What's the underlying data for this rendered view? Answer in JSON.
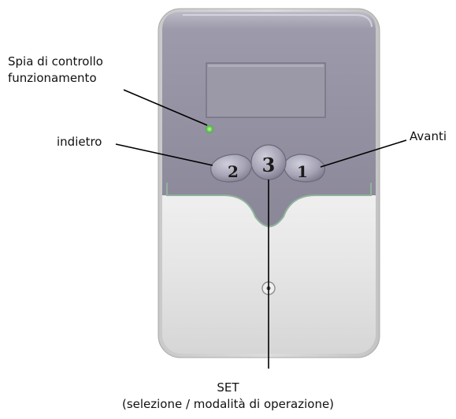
{
  "device": {
    "buttons": [
      {
        "number": "2"
      },
      {
        "number": "3"
      },
      {
        "number": "1"
      }
    ],
    "colors": {
      "front_panel": "#8f8c9c",
      "front_panel_light": "#a9a6b5",
      "lower_cover": "#e3e3e3",
      "display": "#9b98a8",
      "led": "#5fd44a",
      "seam": "#8fb39a"
    }
  },
  "labels": {
    "led_line1": "Spia di controllo",
    "led_line2": "funzionamento",
    "back": "indietro",
    "forward": "Avanti",
    "set_line1": "SET",
    "set_line2": "(selezione / modalità di operazione)"
  }
}
